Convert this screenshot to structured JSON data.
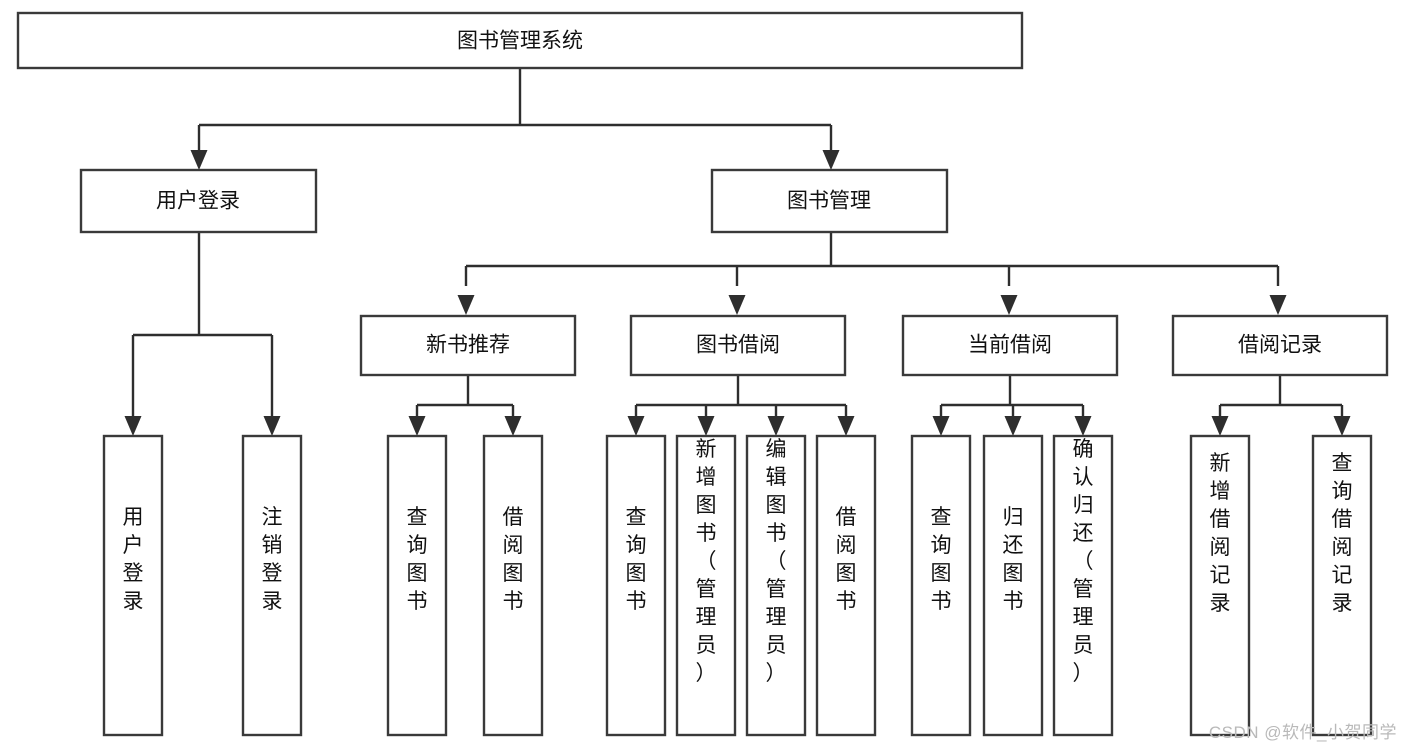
{
  "diagram": {
    "title": "图书管理系统",
    "type": "tree-hierarchy-diagram",
    "colors": {
      "box_stroke": "#3a3a3a",
      "connector": "#2e2e2e",
      "box_fill": "#ffffff",
      "text": "#111111",
      "watermark": "#b9b9b9",
      "background": "#ffffff"
    },
    "root": {
      "label": "图书管理系统"
    },
    "level1": [
      {
        "label": "用户登录"
      },
      {
        "label": "图书管理"
      }
    ],
    "level2": [
      {
        "label": "新书推荐"
      },
      {
        "label": "图书借阅"
      },
      {
        "label": "当前借阅"
      },
      {
        "label": "借阅记录"
      }
    ],
    "leaves": {
      "user_login": [
        {
          "label": "用户登录"
        },
        {
          "label": "注销登录"
        }
      ],
      "new_book_recommend": [
        {
          "label": "查询图书"
        },
        {
          "label": "借阅图书"
        }
      ],
      "book_borrow": [
        {
          "label": "查询图书"
        },
        {
          "label": "新增图书（管理员）"
        },
        {
          "label": "编辑图书（管理员）"
        },
        {
          "label": "借阅图书"
        }
      ],
      "current_borrow": [
        {
          "label": "查询图书"
        },
        {
          "label": "归还图书"
        },
        {
          "label": "确认归还（管理员）"
        }
      ],
      "borrow_record": [
        {
          "label": "新增借阅记录"
        },
        {
          "label": "查询借阅记录"
        }
      ]
    }
  },
  "watermark": {
    "text": "CSDN @软件_小贺同学"
  }
}
